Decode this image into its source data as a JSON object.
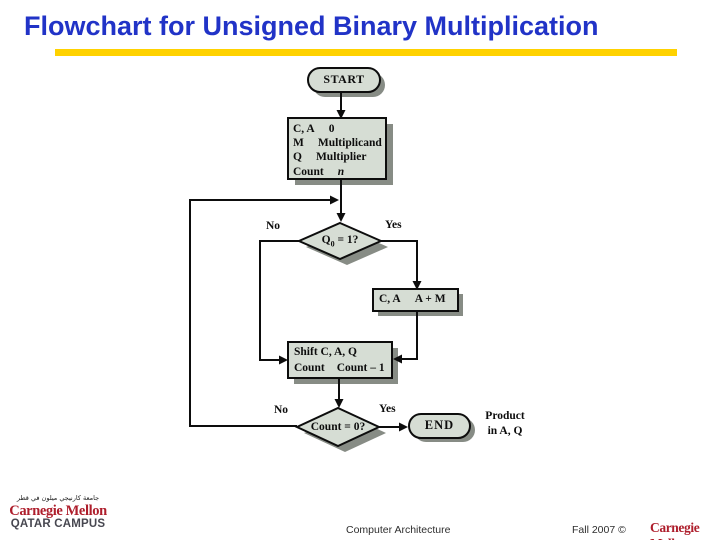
{
  "slide": {
    "title": "Flowchart for Unsigned Binary Multiplication",
    "title_color": "#2133c7",
    "accent_bar_color": "#ffd200"
  },
  "flowchart": {
    "colors": {
      "shape_fill": "#d6ddd4",
      "shape_shadow": "#878c85",
      "line": "#0d0d0d"
    },
    "start_label": "START",
    "init": {
      "rows": [
        {
          "lhs": "C, A",
          "rhs": "0"
        },
        {
          "lhs": "M",
          "rhs": "Multiplicand"
        },
        {
          "lhs": "Q",
          "rhs": "Multiplier"
        },
        {
          "lhs": "Count",
          "rhs": "n"
        }
      ]
    },
    "decision1": {
      "main": "Q",
      "sub": "0",
      "rest": " = 1?",
      "no": "No",
      "yes": "Yes"
    },
    "add": {
      "lhs": "C, A",
      "rhs": "A + M"
    },
    "shift": {
      "line1": "Shift C, A, Q",
      "lhs": "Count",
      "rhs": "Count – 1"
    },
    "decision2": {
      "label": "Count = 0?",
      "no": "No",
      "yes": "Yes"
    },
    "end_label": "END",
    "product": {
      "line1": "Product",
      "line2": "in A, Q"
    }
  },
  "footer": {
    "qatar_logo": {
      "arabic": "جامعة كارنيجي ميلون في قطر",
      "name": "Carnegie Mellon",
      "campus": "QATAR CAMPUS"
    },
    "course": "Computer Architecture",
    "term": "Fall 2007 ©",
    "cm_wordmark": "Carnegie Mellon"
  }
}
